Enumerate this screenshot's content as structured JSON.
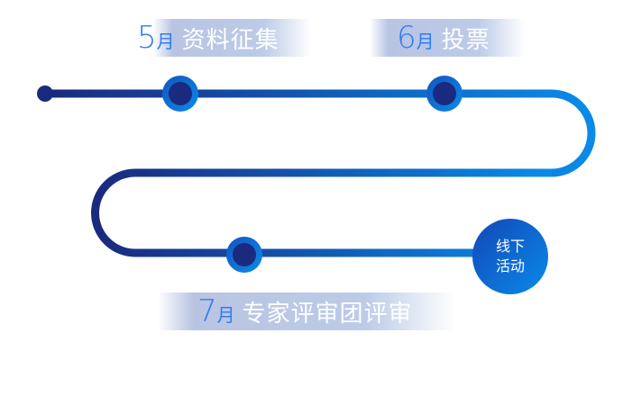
{
  "milestones": [
    {
      "number": "5",
      "month": "月",
      "text": "资料征集"
    },
    {
      "number": "6",
      "month": "月",
      "text": "投票"
    },
    {
      "number": "7",
      "month": "月",
      "text": "专家评审团评审"
    }
  ],
  "end_bubble": {
    "line1": "线下",
    "line2": "活动"
  },
  "colors": {
    "track_dark": "#1a2a7e",
    "track_light": "#0a8be8",
    "accent_text": "#2f7cf0"
  }
}
